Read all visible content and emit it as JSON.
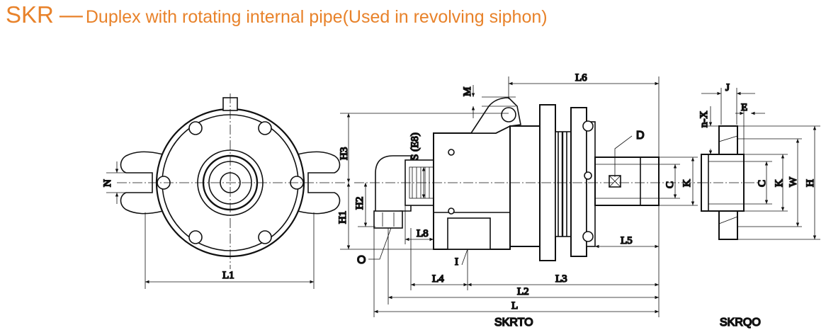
{
  "title": {
    "code": "SKR",
    "dash": "—",
    "description": "Duplex with rotating internal pipe(Used in revolving siphon)"
  },
  "accent_color": "#e8822a",
  "captions": {
    "left_assembly": "SKRTO",
    "right_assembly": "SKRQO"
  },
  "dims": {
    "N": "N",
    "L1": "L1",
    "M": "M",
    "L6": "L6",
    "H3": "H3",
    "S_E8": "S (E8)",
    "H2": "H2",
    "H1": "H1",
    "L8": "L8",
    "O": "O",
    "I": "I",
    "L4": "L4",
    "L3": "L3",
    "L2": "L2",
    "L": "L",
    "L5": "L5",
    "D": "D",
    "C": "C",
    "K": "K",
    "J": "J",
    "E": "E",
    "n_X": "n-X",
    "W": "W",
    "H": "H"
  }
}
